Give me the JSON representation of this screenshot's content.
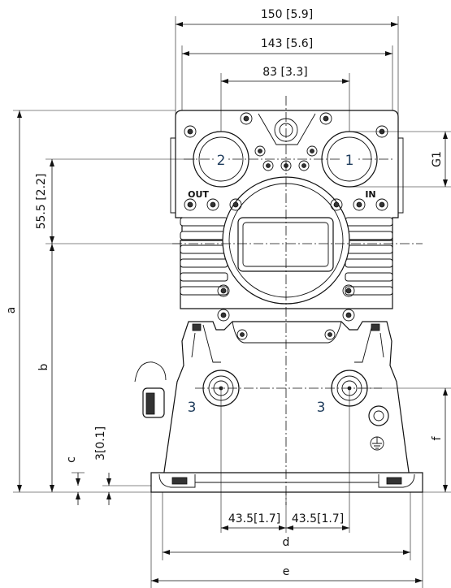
{
  "dimensions": {
    "width_150": "150 [5.9]",
    "width_143": "143 [5.6]",
    "width_83": "83 [3.3]",
    "height_55": "55.5 [2.2]",
    "a": "a",
    "b": "b",
    "c": "c",
    "base_3": "3[0.1]",
    "g1": "G1",
    "f": "f",
    "left_43": "43.5[1.7]",
    "right_43": "43.5[1.7]",
    "d": "d",
    "e": "e"
  },
  "ports": {
    "out_label": "OUT",
    "in_label": "IN",
    "callout_1": "1",
    "callout_2": "2",
    "callout_3_left": "3",
    "callout_3_right": "3"
  }
}
